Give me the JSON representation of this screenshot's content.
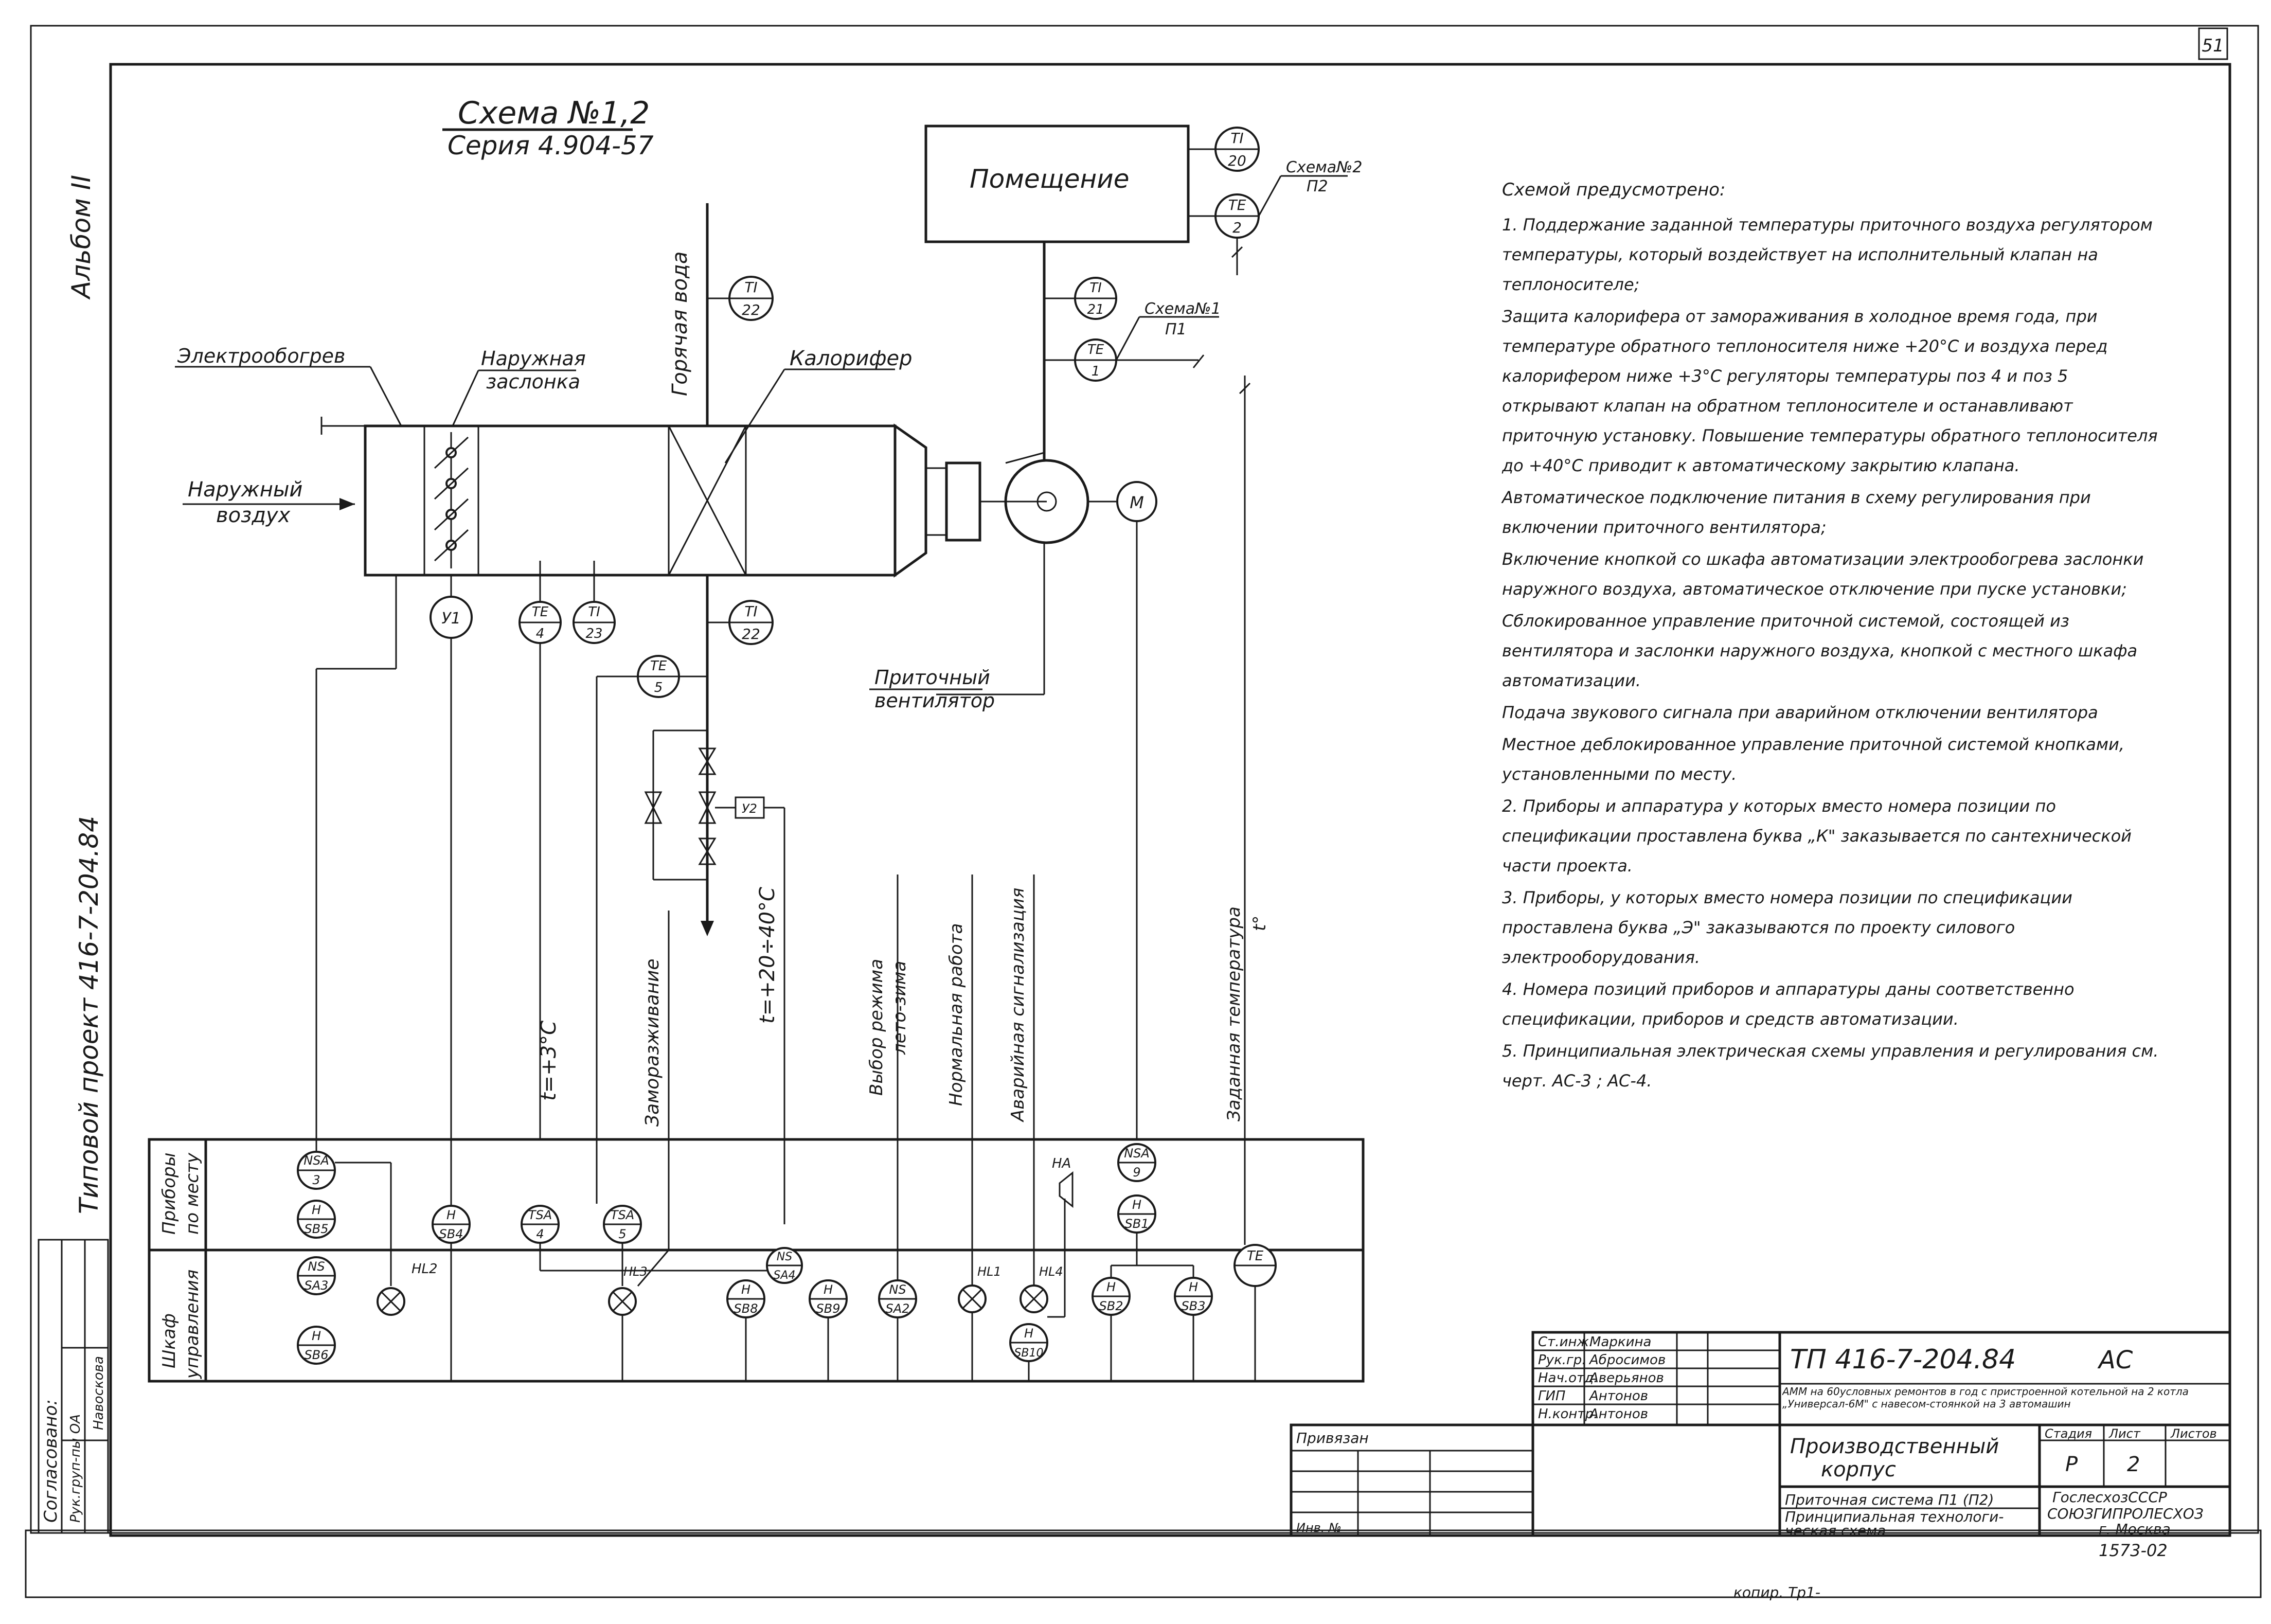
{
  "sheet_number": "51",
  "side": {
    "album": "Альбом II",
    "project": "Типовой проект 416-7-204.84",
    "agreed": "Согласовано:",
    "nach_otd": "Рук.груп-пы ОА",
    "name": "Навоскова"
  },
  "title": {
    "scheme": "Схема №1,2",
    "series": "Серия 4.904-57"
  },
  "labels": {
    "room": "Помещение",
    "hot_water": "Горячая вода",
    "electro": "Электрообогрев",
    "damper_1": "Наружная",
    "damper_2": "заслонка",
    "heater": "Калорифер",
    "outside_1": "Наружный",
    "outside_2": "воздух",
    "fan_1": "Приточный",
    "fan_2": "вентилятор",
    "motor": "М",
    "scheme2_1": "Схема№2",
    "scheme2_2": "П2",
    "scheme1_1": "Схема№1",
    "scheme1_2": "П1",
    "freeze": "Заморазживание",
    "t3": "t=+3°C",
    "t2040": "t=+20÷40°C",
    "mode_1": "Выбор режима",
    "mode_2": "лето-зима",
    "normal": "Нормальная работа",
    "alarm": "Аварийная сигнализация",
    "setpoint_1": "Заданная температура",
    "setpoint_2": "t°",
    "local_1": "Приборы",
    "local_2": "по месту",
    "cab_1": "Шкаф",
    "cab_2": "управления",
    "ha": "HA",
    "hl2": "HL2",
    "hl3": "HL3",
    "hl1": "HL1",
    "hl4": "HL4",
    "y1": "У1",
    "y2": "У2"
  },
  "instruments": {
    "ti20_a": "TI",
    "ti20_b": "20",
    "te2_a": "TE",
    "te2_b": "2",
    "ti22_a": "TI",
    "ti22_b": "22",
    "ti21_a": "TI",
    "ti21_b": "21",
    "te1_a": "TE",
    "te1_b": "1",
    "te4_a": "TE",
    "te4_b": "4",
    "ti23_a": "TI",
    "ti23_b": "23",
    "ti22b_a": "TI",
    "ti22b_b": "22",
    "te5_a": "TE",
    "te5_b": "5",
    "nsa3_a": "NSA",
    "nsa3_b": "3",
    "hsb5_a": "H",
    "hsb5_b": "SB5",
    "hsb4_a": "H",
    "hsb4_b": "SB4",
    "tsa4_a": "TSA",
    "tsa4_b": "4",
    "tsa5_a": "TSA",
    "tsa5_b": "5",
    "nsa9_a": "NSA",
    "nsa9_b": "9",
    "hsb1_a": "H",
    "hsb1_b": "SB1",
    "nsa3b_a": "NS",
    "nsa3b_b": "SA3",
    "hsb6_a": "H",
    "hsb6_b": "SB6",
    "hsb8_a": "H",
    "hsb8_b": "SB8",
    "nssa4_a": "NS",
    "nssa4_b": "SA4",
    "hsb9_a": "H",
    "hsb9_b": "SB9",
    "nssa2_a": "NS",
    "nssa2_b": "SA2",
    "hsb10_a": "H",
    "hsb10_b": "SB10",
    "hsb2_a": "H",
    "hsb2_b": "SB2",
    "hsb3_a": "H",
    "hsb3_b": "SB3",
    "te_a": "TE"
  },
  "notes": {
    "head": "Схемой предусмотрено:",
    "n1": "1. Поддержание заданной температуры приточного воздуха регулятором температуры, который воздействует на исполнительный клапан на теплоносителе;",
    "n2": "Защита калорифера от замораживания в холодное время года, при температуре обратного теплоносителя ниже +20°C и воздуха перед калорифером ниже +3°C регуляторы температуры поз 4 и поз 5 открывают клапан на обратном теплоносителе и останавливают приточную установку. Повышение температуры обратного теплоносителя до +40°C приводит к автоматическому закрытию клапана.",
    "n3": "Автоматическое подключение питания в схему регулирования при включении приточного вентилятора;",
    "n4": "Включение кнопкой со шкафа автоматизации электрообогрева заслонки наружного воздуха, автоматическое отключение при пуске установки;",
    "n5": "Сблокированное управление приточной системой, состоящей из вентилятора и заслонки наружного воздуха, кнопкой с местного шкафа автоматизации.",
    "n6": "Подача звукового сигнала при аварийном отключении вентилятора",
    "n7": "Местное деблокированное управление приточной системой кнопками, установленными по месту.",
    "n8": "2. Приборы и аппаратура у которых вместо номера позиции по спецификации проставлена буква „К\" заказывается по сантехнической части проекта.",
    "n9": "3. Приборы, у которых вместо номера позиции по спецификации проставлена буква „Э\" заказываются по проекту силового электрооборудования.",
    "n10": "4. Номера позиций приборов и аппаратуры даны соответственно спецификации, приборов и средств автоматизации.",
    "n11": "5. Принципиальная электрическая схемы управления и регулирования см. черт. АС-3 ; АС-4."
  },
  "titleblock": {
    "r1a": "Ст.инж.",
    "r1b": "Маркина",
    "r2a": "Рук.гр.",
    "r2b": "Абросимов",
    "r3a": "Нач.отд.",
    "r3b": "Аверьянов",
    "r4a": "ГИП",
    "r4b": "Антонов",
    "r5a": "Н.контр.",
    "r5b": "Антонов",
    "code": "ТП 416-7-204.84",
    "mark": "АС",
    "desc": "АММ на 60условных ремонтов в год с пристроенной котельной на 2 котла „Универсал-6М\" с навесом-стоянкой на 3 автомашин",
    "building_1": "Производственный",
    "building_2": "корпус",
    "stage_h": "Стадия",
    "sheet_h": "Лист",
    "sheets_h": "Листов",
    "stage": "Р",
    "sheet": "2",
    "system": "Приточная система П1 (П2)",
    "scheme_1": "Принципиальная технологи-",
    "scheme_2": "ческая схема",
    "org_1": "ГослесхозСССР",
    "org_2": "СОЮЗГИПРОЛЕСХОЗ",
    "org_3": "г. Москва",
    "privyazan": "Привязан",
    "inv": "Инв. №",
    "number": "1573-02",
    "copy": "копир. Тр1-"
  }
}
